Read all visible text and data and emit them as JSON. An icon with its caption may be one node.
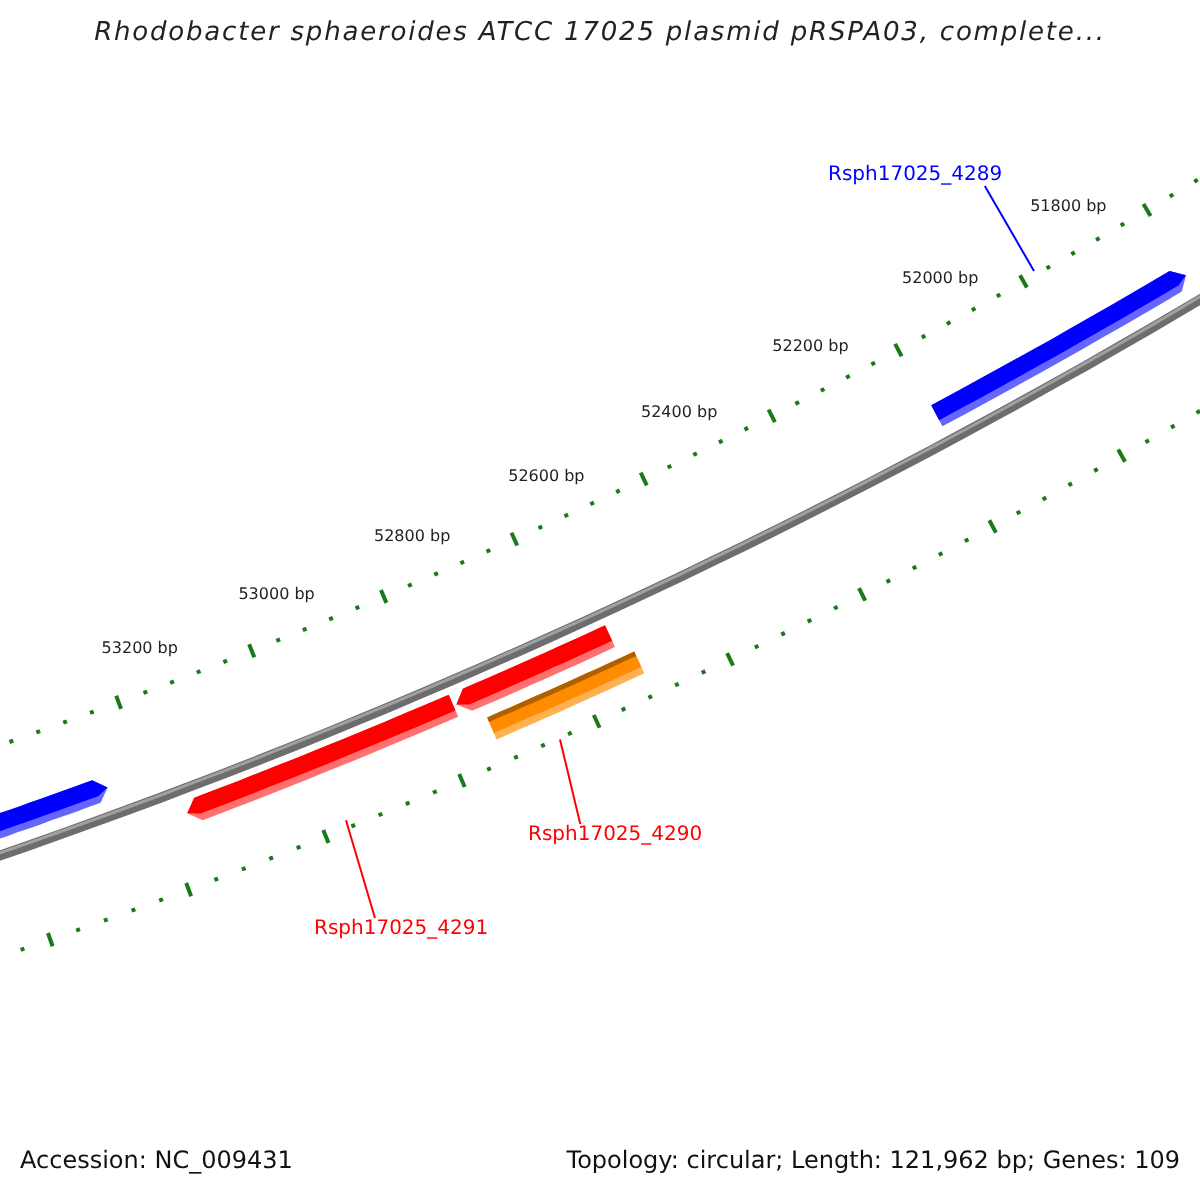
{
  "diagram": {
    "title": "Rhodobacter sphaeroides ATCC 17025 plasmid pRSPA03, complete...",
    "nodes": [
      {
        "text": [
          "Rsph17025_4289"
        ]
      },
      {
        "text": [
          "Rsph17025_4290"
        ]
      },
      {
        "text": [
          "Rsph17025_4291"
        ]
      },
      {
        "text": [],
        "shape": "bar"
      },
      {
        "text": [],
        "shape": "bar"
      },
      {
        "text": [],
        "shape": "bar"
      },
      {
        "text": [],
        "shape": "bar"
      },
      {
        "text": [],
        "shape": "bar"
      }
    ],
    "edges": [
      {
        "from": 0,
        "to": 7,
        "arrow": "none",
        "color": "#0000ff"
      },
      {
        "from": 1,
        "to": 6,
        "arrow": "none",
        "color": "#ff0000"
      },
      {
        "from": 2,
        "to": 4,
        "arrow": "none",
        "color": "#ff0000"
      }
    ],
    "labels": [
      "51800 bp",
      "52000 bp",
      "52200 bp",
      "52400 bp",
      "52600 bp",
      "52800 bp",
      "53000 bp",
      "53200 bp",
      "Accession: NC_009431",
      "Topology: circular; Length: 121,962 bp; Genes: 109"
    ]
  }
}
